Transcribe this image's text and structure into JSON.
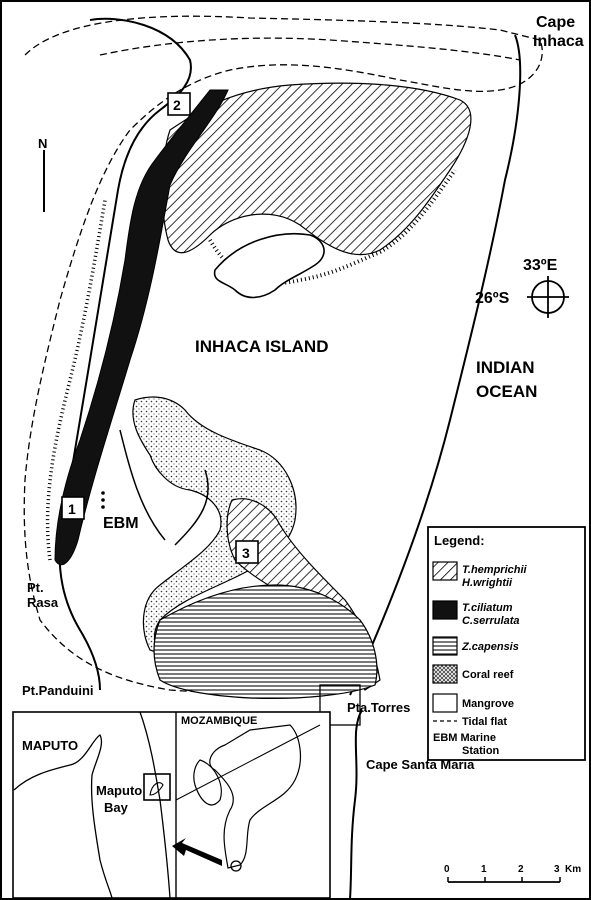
{
  "labels": {
    "cape_inhaca_1": "Cape",
    "cape_inhaca_2": "Inhaca",
    "north": "N",
    "longitude": "33ºE",
    "latitude": "26ºS",
    "island": "INHACA ISLAND",
    "ocean_1": "INDIAN",
    "ocean_2": "OCEAN",
    "ebm": "EBM",
    "pt_rasa_1": "Pt.",
    "pt_rasa_2": "Rasa",
    "pt_panduini": "Pt.Panduini",
    "pta_torres": "Pta.Torres",
    "cape_santa_maria": "Cape Santa Maria",
    "maputo": "MAPUTO",
    "maputo_bay_1": "Maputo",
    "maputo_bay_2": "Bay",
    "mozambique": "MOZAMBIQUE"
  },
  "sites": [
    "1",
    "2",
    "3"
  ],
  "legend": {
    "title": "Legend:",
    "items": [
      {
        "pattern": "diagonal-hatch",
        "line1": "T.hemprichii",
        "line2": "H.wrightii"
      },
      {
        "pattern": "solid-black",
        "line1": "T.ciliatum",
        "line2": "C.serrulata"
      },
      {
        "pattern": "horizontal-lines",
        "line1": "Z.capensis",
        "line2": ""
      },
      {
        "pattern": "crosshatch",
        "line1": "Coral reef",
        "line2": ""
      },
      {
        "pattern": "empty",
        "line1": "Mangrove",
        "line2": ""
      },
      {
        "pattern": "dashed",
        "line1": "Tidal flat",
        "line2": ""
      },
      {
        "pattern": "text",
        "line1": "EBM Marine",
        "line2": "Station"
      }
    ]
  },
  "scale": {
    "ticks": [
      "0",
      "1",
      "2",
      "3"
    ],
    "unit": "Km"
  }
}
